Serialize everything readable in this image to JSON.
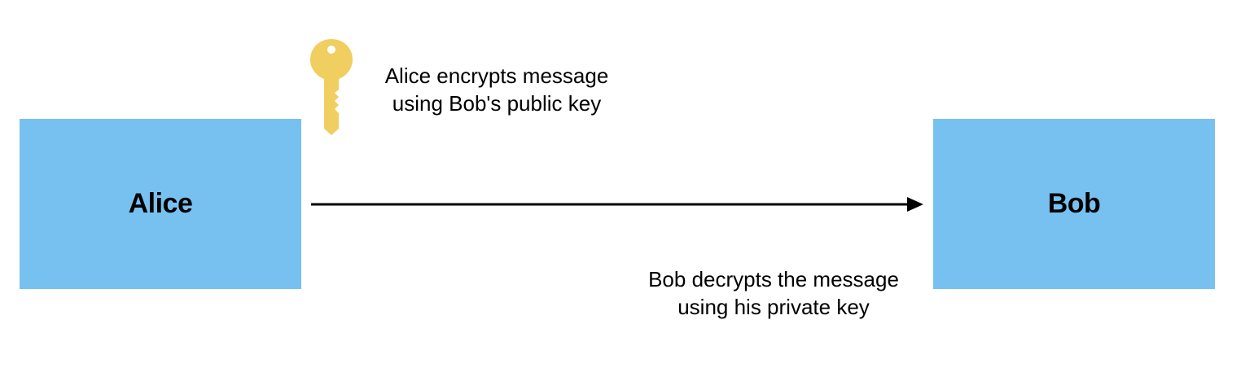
{
  "colors": {
    "box_fill": "#77C1F1",
    "key_fill": "#F0CE5F",
    "arrow": "#000000"
  },
  "parties": {
    "sender": "Alice",
    "receiver": "Bob"
  },
  "notes": {
    "encrypt_line1": "Alice encrypts message",
    "encrypt_line2": "using Bob's public key",
    "decrypt_line1": "Bob decrypts the message",
    "decrypt_line2": "using his private key"
  },
  "icons": {
    "key": "key-icon",
    "arrow": "arrow-right"
  }
}
